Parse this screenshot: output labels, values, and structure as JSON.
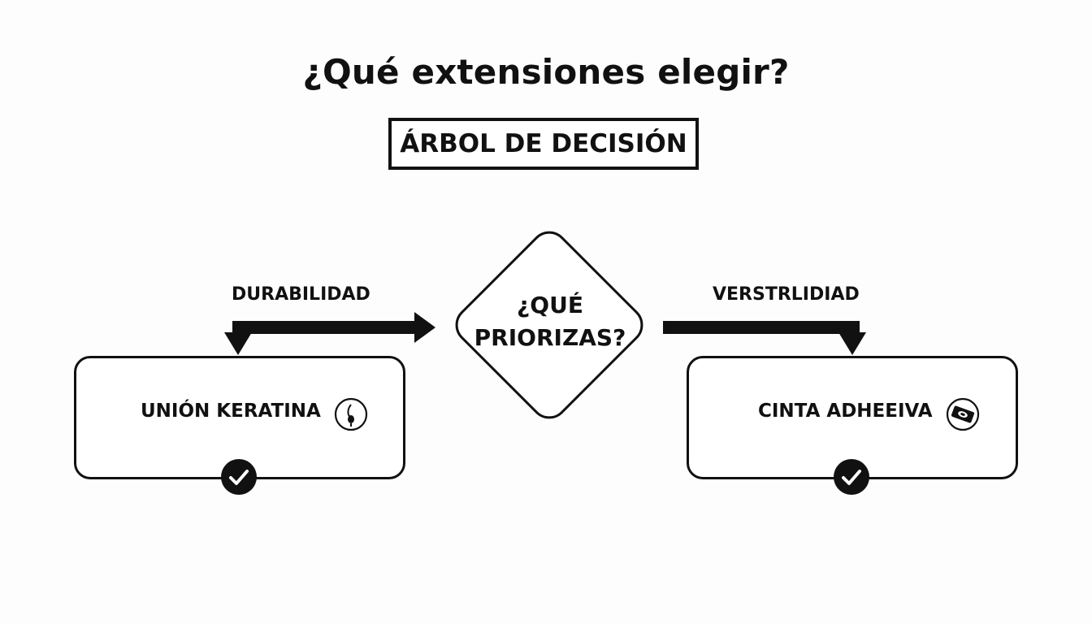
{
  "title": "¿Qué extensiones elegir?",
  "subtitle": "ÁRBOL DE DECISIÓN",
  "decision": {
    "line1": "¿QUÉ",
    "line2": "PRIORIZAS?"
  },
  "branches": [
    {
      "label": "DURABILIDAD",
      "option": "UNIÓN KERATINA",
      "icon": "hair-strand-icon",
      "status_icon": "checkmark-icon"
    },
    {
      "label": "VERSTRLIDIAD",
      "option": "CINTA ADHEEIVA",
      "icon": "tape-icon",
      "status_icon": "checkmark-icon"
    }
  ],
  "colors": {
    "ink": "#111111",
    "background": "#fdfdfd"
  }
}
